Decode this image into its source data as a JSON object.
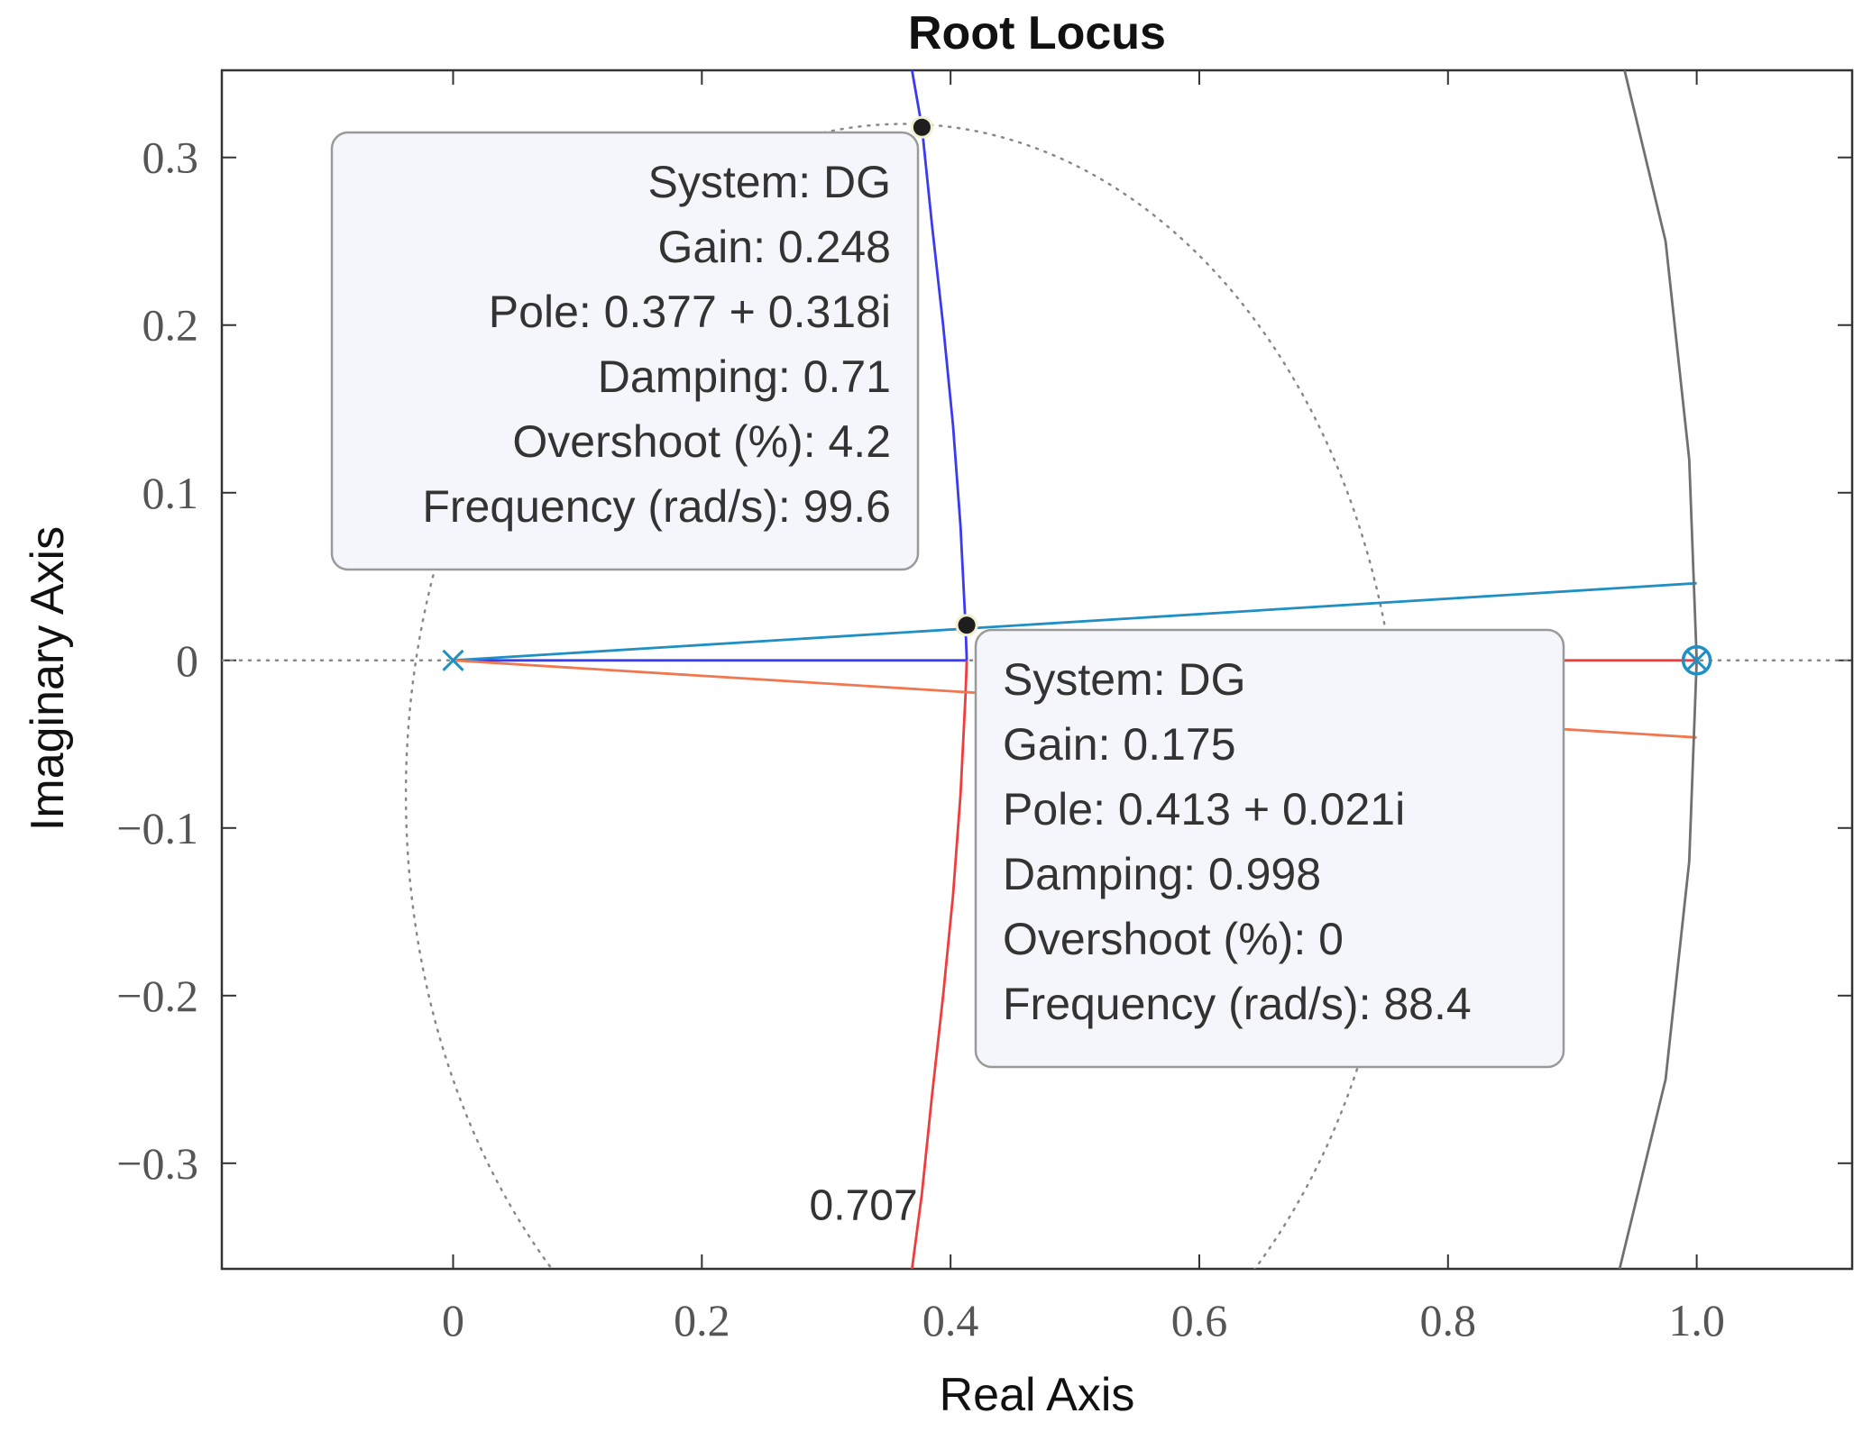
{
  "chart_data": {
    "type": "line",
    "title": "Root Locus",
    "xlabel": "Real Axis",
    "ylabel": "Imaginary Axis",
    "xlim": [
      -0.186,
      1.125
    ],
    "ylim": [
      -0.363,
      0.352
    ],
    "x_ticks": [
      {
        "value": 0,
        "label": "0"
      },
      {
        "value": 0.2,
        "label": "0.2"
      },
      {
        "value": 0.4,
        "label": "0.4"
      },
      {
        "value": 0.6,
        "label": "0.6"
      },
      {
        "value": 0.8,
        "label": "0.8"
      },
      {
        "value": 1.0,
        "label": "1.0"
      }
    ],
    "y_ticks": [
      {
        "value": 0.3,
        "label": "0.3"
      },
      {
        "value": 0.2,
        "label": "0.2"
      },
      {
        "value": 0.1,
        "label": "0.1"
      },
      {
        "value": 0,
        "label": "0"
      },
      {
        "value": -0.1,
        "label": "−0.1"
      },
      {
        "value": -0.2,
        "label": "−0.2"
      },
      {
        "value": -0.3,
        "label": "−0.3"
      }
    ],
    "grid": false,
    "series": [
      {
        "color": "#3a3af0",
        "points": [
          [
            0,
            0
          ],
          [
            0.413,
            0
          ]
        ]
      },
      {
        "color": "#3a3af0",
        "points": [
          [
            0.413,
            0.0
          ],
          [
            0.412,
            0.021
          ],
          [
            0.408,
            0.08
          ],
          [
            0.402,
            0.14
          ],
          [
            0.394,
            0.2
          ],
          [
            0.385,
            0.26
          ],
          [
            0.377,
            0.318
          ],
          [
            0.369,
            0.352
          ]
        ]
      },
      {
        "color": "#f03c3c",
        "points": [
          [
            0.413,
            0.0
          ],
          [
            0.412,
            -0.021
          ],
          [
            0.408,
            -0.08
          ],
          [
            0.402,
            -0.14
          ],
          [
            0.394,
            -0.2
          ],
          [
            0.385,
            -0.26
          ],
          [
            0.377,
            -0.318
          ],
          [
            0.369,
            -0.363
          ]
        ]
      },
      {
        "color": "#f03c3c",
        "points": [
          [
            0.88,
            0
          ],
          [
            1.0,
            0
          ]
        ]
      },
      {
        "color": "#1f8fc4",
        "points": [
          [
            0,
            0
          ],
          [
            1.0,
            0.046
          ]
        ]
      },
      {
        "color": "#f07850",
        "points": [
          [
            0,
            0
          ],
          [
            1.0,
            -0.046
          ]
        ]
      },
      {
        "color": "#707070",
        "points": [
          [
            0.942,
            0.352
          ],
          [
            0.975,
            0.25
          ],
          [
            0.994,
            0.12
          ],
          [
            1.0,
            0.0
          ],
          [
            0.994,
            -0.12
          ],
          [
            0.975,
            -0.25
          ],
          [
            0.938,
            -0.363
          ]
        ]
      }
    ],
    "damping_circle": {
      "center": [
        0.362,
        -0.08
      ],
      "radius": 0.4,
      "label": "0.707",
      "label_at": [
        0.33,
        -0.325
      ]
    },
    "pole_marker": {
      "x": 0,
      "y": 0,
      "symbol": "x",
      "color": "#1f8fc4"
    },
    "zero_marker": {
      "x": 1.0,
      "y": 0,
      "symbol": "circle-x",
      "color": "#1f8fc4"
    },
    "datatips": [
      {
        "point": [
          0.377,
          0.318
        ],
        "placement": "left",
        "lines": [
          "System: DG",
          "Gain: 0.248",
          "Pole: 0.377 + 0.318i",
          "Damping: 0.71",
          "Overshoot (%): 4.2",
          "Frequency (rad/s): 99.6"
        ]
      },
      {
        "point": [
          0.413,
          0.021
        ],
        "placement": "right",
        "lines": [
          "System: DG",
          "Gain: 0.175",
          "Pole: 0.413 + 0.021i",
          "Damping: 0.998",
          "Overshoot (%): 0",
          "Frequency (rad/s): 88.4"
        ]
      }
    ]
  }
}
